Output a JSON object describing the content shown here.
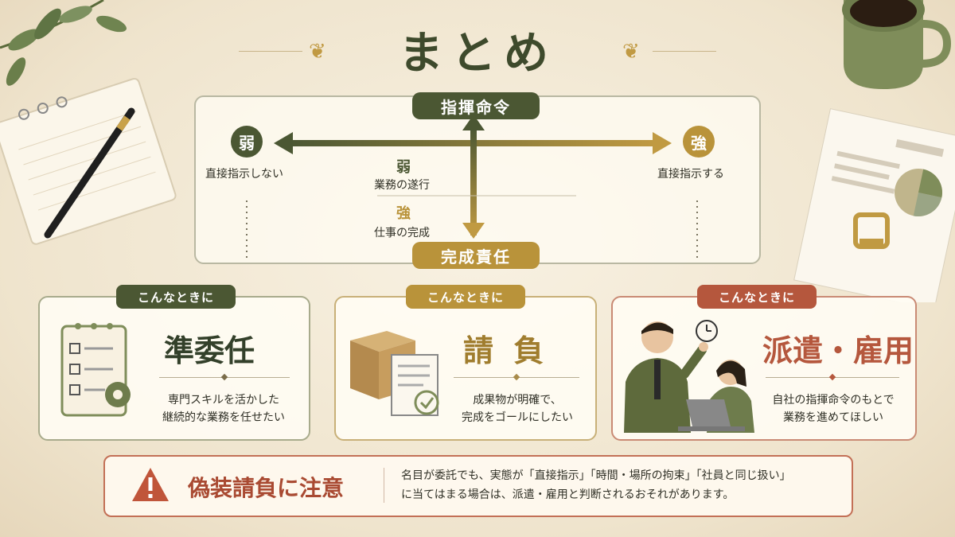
{
  "title": "まとめ",
  "axis": {
    "horizontal_label": "指揮命令",
    "vertical_label": "完成責任",
    "left": {
      "badge": "弱",
      "caption": "直接指示しない"
    },
    "right": {
      "badge": "強",
      "caption": "直接指示する"
    },
    "top": {
      "badge": "弱",
      "caption": "業務の遂行"
    },
    "bottom": {
      "badge": "強",
      "caption": "仕事の完成"
    }
  },
  "cards": [
    {
      "tag": "こんなときに",
      "title": "準委任",
      "desc_line1": "専門スキルを活かした",
      "desc_line2": "継続的な業務を任せたい"
    },
    {
      "tag": "こんなときに",
      "title": "請 負",
      "desc_line1": "成果物が明確で、",
      "desc_line2": "完成をゴールにしたい"
    },
    {
      "tag": "こんなときに",
      "title": "派遣・雇用",
      "desc_line1": "自社の指揮命令のもとで",
      "desc_line2": "業務を進めてほしい"
    }
  ],
  "warning": {
    "title": "偽装請負に注意",
    "line1": "名目が委託でも、実態が「直接指示」「時間・場所の拘束」「社員と同じ扱い」",
    "line2": "に当てはまる場合は、派遣・雇用と判断されるおそれがあります。"
  },
  "colors": {
    "olive": "#4b5733",
    "gold": "#b9933a",
    "rust": "#b5573d"
  }
}
